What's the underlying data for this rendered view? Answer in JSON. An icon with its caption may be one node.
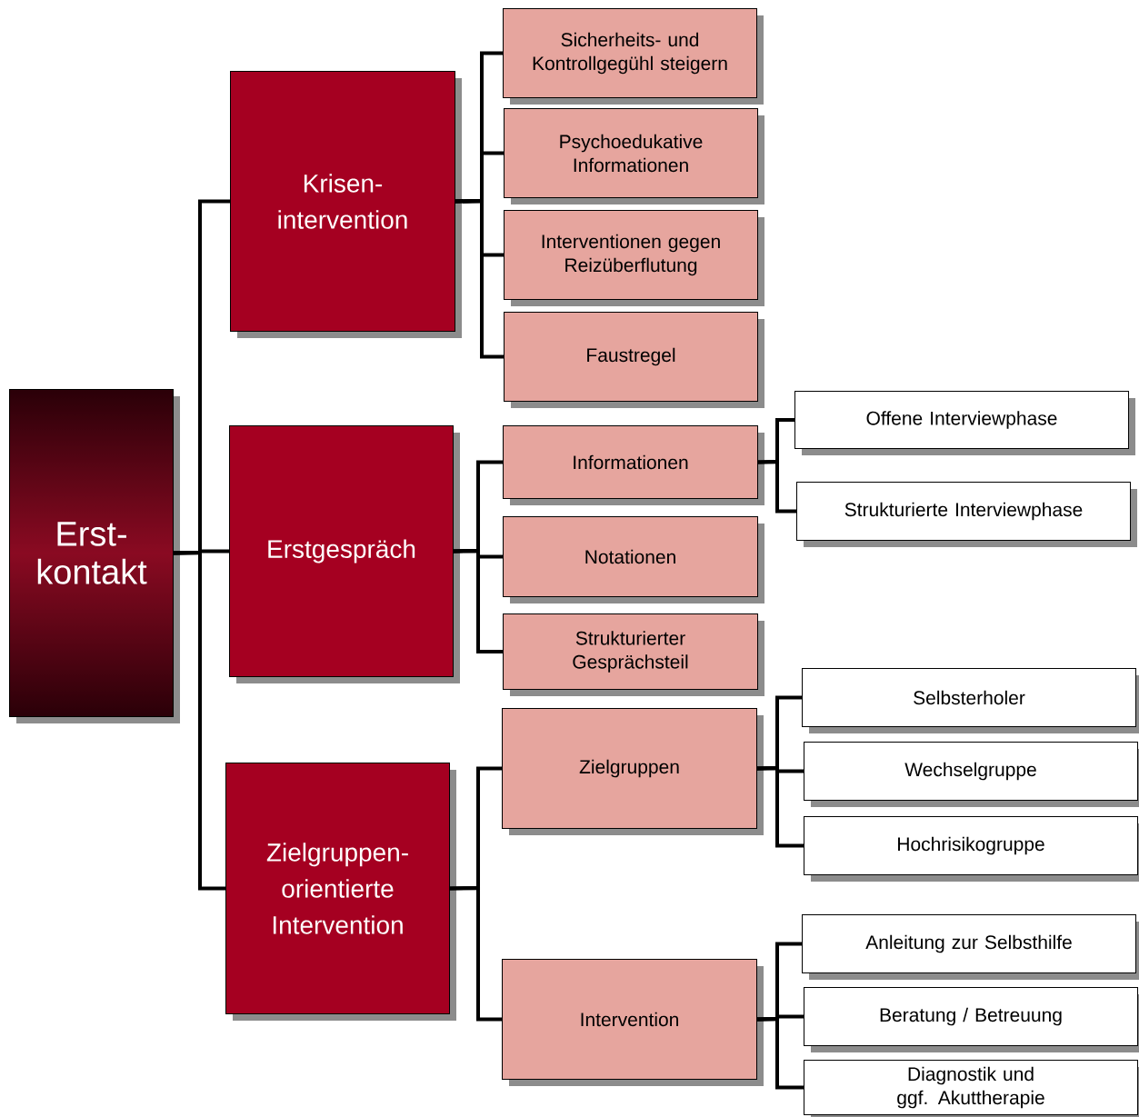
{
  "diagram": {
    "nodes": [
      {
        "text": [
          "Erst- kontakt"
        ]
      },
      {
        "text": [
          "Krisen- intervention"
        ]
      },
      {
        "text": [
          "Sicherheits- und Kontrollgegühl steigern"
        ]
      },
      {
        "text": [
          "Psychoedukative Informationen"
        ]
      },
      {
        "text": [
          "Interventionen gegen Reizüberflutung"
        ]
      },
      {
        "text": [
          "Faustregel"
        ]
      },
      {
        "text": [
          "Erstgespräch"
        ]
      },
      {
        "text": [
          "Informationen"
        ]
      },
      {
        "text": [
          "Offene Interviewphase"
        ]
      },
      {
        "text": [
          "Strukturierte Interviewphase"
        ]
      },
      {
        "text": [
          "Notationen"
        ]
      },
      {
        "text": [
          "Strukturierter Gesprächsteil"
        ]
      },
      {
        "text": [
          "Zielgruppen- orientierte Intervention"
        ]
      },
      {
        "text": [
          "Zielgruppen"
        ]
      },
      {
        "text": [
          "Selbsterholer"
        ]
      },
      {
        "text": [
          "Wechselgruppe"
        ]
      },
      {
        "text": [
          "Hochrisikogruppe"
        ]
      },
      {
        "text": [
          "Intervention"
        ]
      },
      {
        "text": [
          "Anleitung zur Selbsthilfe"
        ]
      },
      {
        "text": [
          "Beratung / Betreuung"
        ]
      },
      {
        "text": [
          "Diagnostik und ggf. Akuttherapie"
        ]
      }
    ],
    "edges": [
      {
        "from": 0,
        "to": 1,
        "arrow": "none"
      },
      {
        "from": 0,
        "to": 6,
        "arrow": "none"
      },
      {
        "from": 0,
        "to": 12,
        "arrow": "none"
      },
      {
        "from": 1,
        "to": 2,
        "arrow": "none"
      },
      {
        "from": 1,
        "to": 3,
        "arrow": "none"
      },
      {
        "from": 1,
        "to": 4,
        "arrow": "none"
      },
      {
        "from": 1,
        "to": 5,
        "arrow": "none"
      },
      {
        "from": 6,
        "to": 7,
        "arrow": "none"
      },
      {
        "from": 6,
        "to": 10,
        "arrow": "none"
      },
      {
        "from": 6,
        "to": 11,
        "arrow": "none"
      },
      {
        "from": 7,
        "to": 8,
        "arrow": "none"
      },
      {
        "from": 7,
        "to": 9,
        "arrow": "none"
      },
      {
        "from": 12,
        "to": 13,
        "arrow": "none"
      },
      {
        "from": 12,
        "to": 17,
        "arrow": "none"
      },
      {
        "from": 13,
        "to": 14,
        "arrow": "none"
      },
      {
        "from": 13,
        "to": 15,
        "arrow": "none"
      },
      {
        "from": 13,
        "to": 16,
        "arrow": "none"
      },
      {
        "from": 17,
        "to": 18,
        "arrow": "none"
      },
      {
        "from": 17,
        "to": 19,
        "arrow": "none"
      },
      {
        "from": 17,
        "to": 20,
        "arrow": "none"
      }
    ]
  }
}
